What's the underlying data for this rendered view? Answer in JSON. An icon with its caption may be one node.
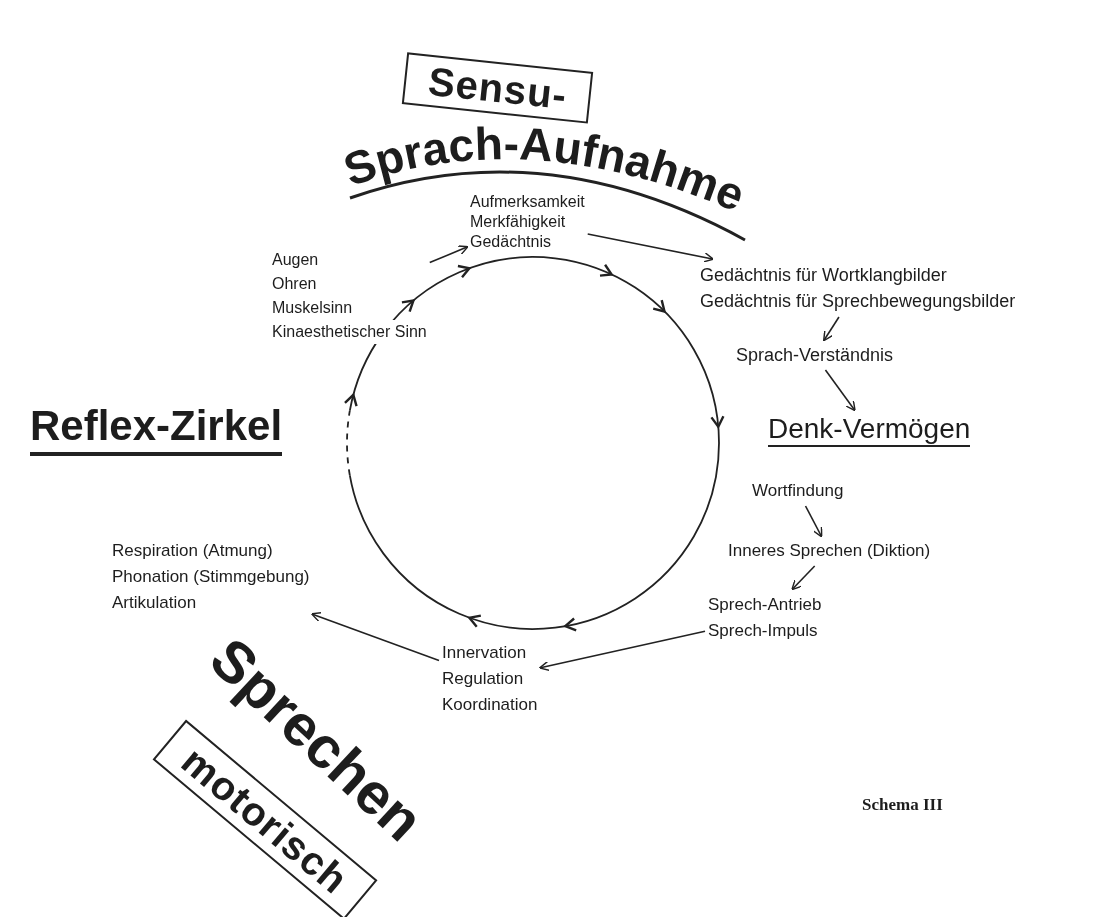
{
  "diagram": {
    "title": "Reflex-Zirkel",
    "caption": "Schema III",
    "nodes": [
      {
        "text": [
          "Sensu-"
        ]
      },
      {
        "text": [
          "Aufmerksamkeit",
          "Merkfähigkeit",
          "Gedächtnis"
        ]
      },
      {
        "text": [
          "Gedächtnis für Wortklangbilder",
          "Gedächtnis für Sprechbewegungsbilder"
        ]
      },
      {
        "text": [
          "Sprach-Verständnis"
        ]
      },
      {
        "text": [
          "Denk-Vermögen"
        ]
      },
      {
        "text": [
          "Wortfindung"
        ]
      },
      {
        "text": [
          "Inneres Sprechen (Diktion)"
        ]
      },
      {
        "text": [
          "Sprech-Antrieb",
          "Sprech-Impuls"
        ]
      },
      {
        "text": [
          "Innervation",
          "Regulation",
          "Koordination"
        ]
      },
      {
        "text": [
          "Respiration (Atmung)",
          "Phonation (Stimmgebung)",
          "Artikulation"
        ]
      },
      {
        "text": [
          "Augen",
          "Ohren",
          "Muskelsinn",
          "Kinaesthetischer Sinn"
        ]
      },
      {
        "text": [
          "motorisch"
        ]
      }
    ],
    "edges": [
      {
        "from": 10,
        "to": 1,
        "arrow": "to"
      },
      {
        "from": 1,
        "to": 2,
        "arrow": "to"
      },
      {
        "from": 2,
        "to": 3,
        "arrow": "to"
      },
      {
        "from": 3,
        "to": 4,
        "arrow": "to"
      },
      {
        "from": 5,
        "to": 6,
        "arrow": "to"
      },
      {
        "from": 6,
        "to": 7,
        "arrow": "to"
      },
      {
        "from": 7,
        "to": 8,
        "arrow": "to"
      },
      {
        "from": 8,
        "to": 9,
        "arrow": "to"
      }
    ],
    "labels": [
      "Sprach-Aufnahme",
      "Sprechen"
    ]
  }
}
